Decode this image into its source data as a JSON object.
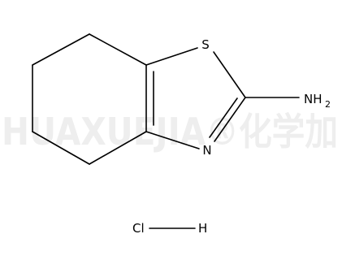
{
  "watermark": {
    "text": "HUAXUEJIA®化学加",
    "color": "#eeeeee"
  },
  "molecule": {
    "atoms": {
      "sulfur": "S",
      "ring_nitrogen": "N",
      "amine": "NH",
      "amine_subscript": "2"
    },
    "salt": {
      "chlorine": "Cl",
      "hydrogen": "H"
    }
  },
  "colors": {
    "bond": "#000000",
    "text": "#000000",
    "background": "#ffffff"
  }
}
